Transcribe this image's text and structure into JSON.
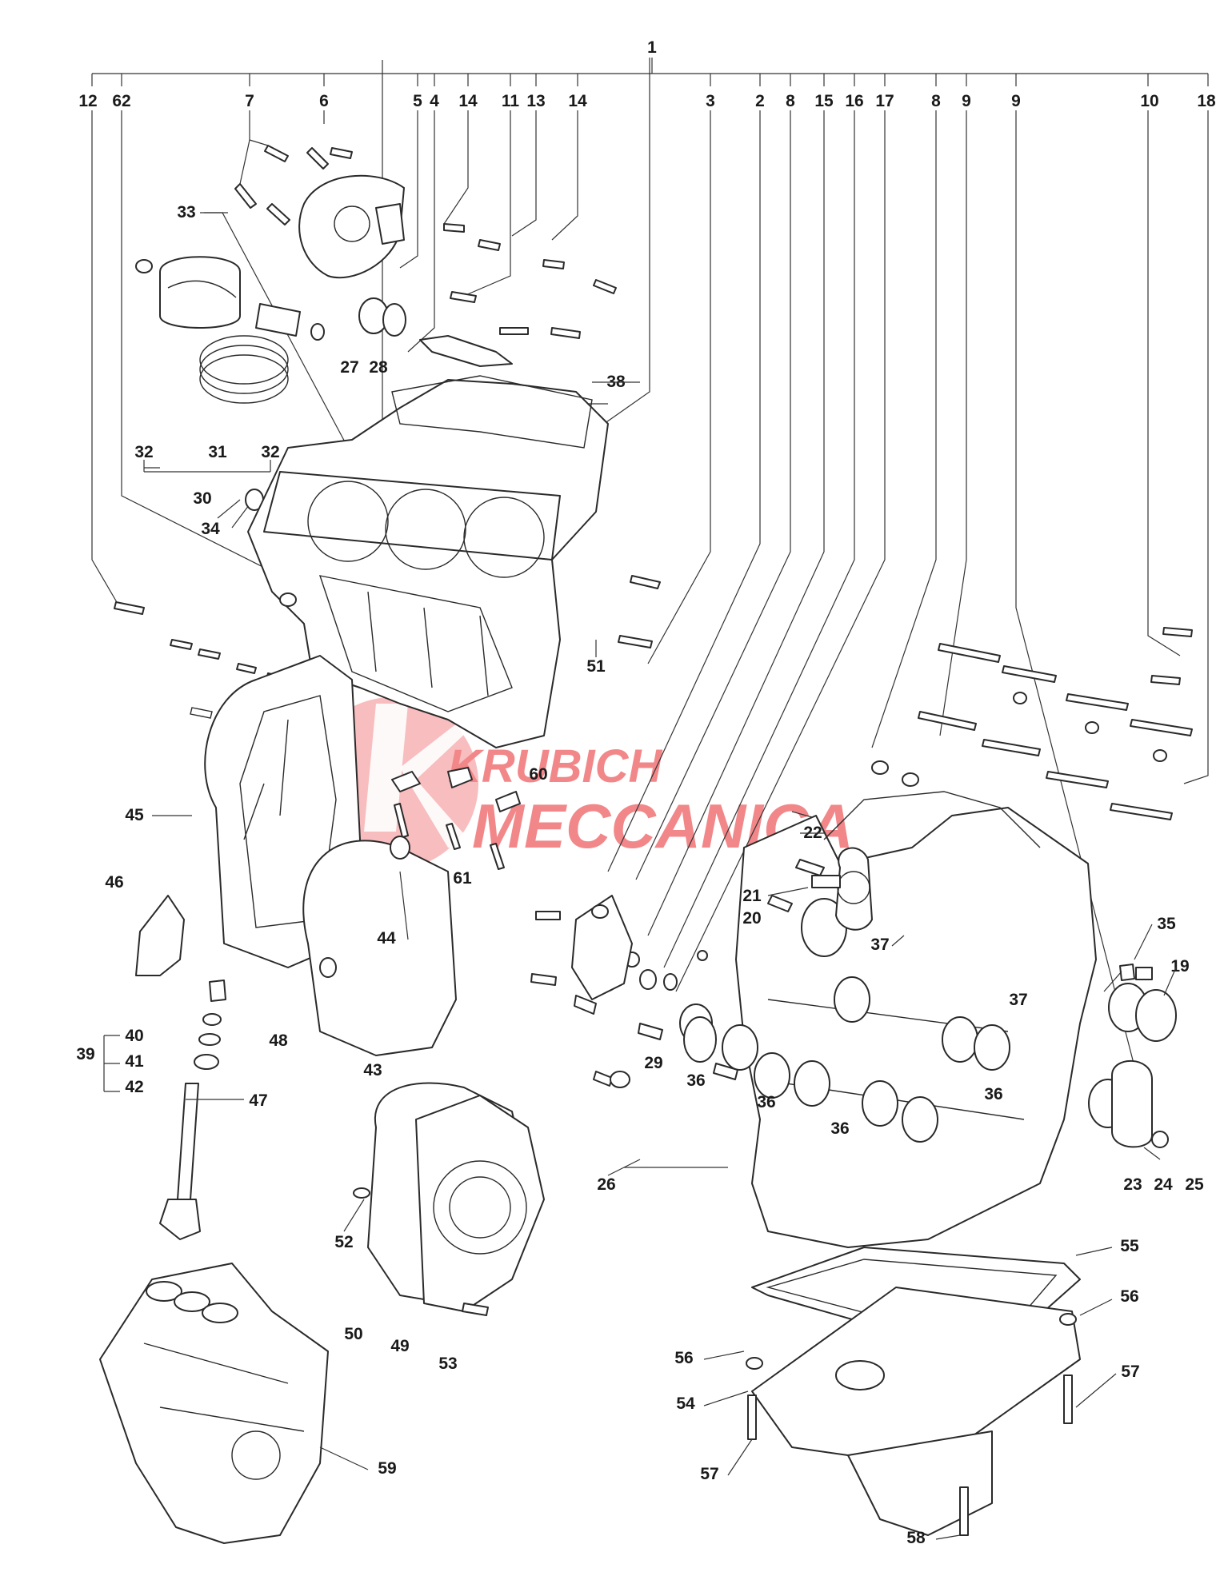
{
  "diagram": {
    "watermark": {
      "line1": "KRUBICH",
      "line2": "MECCANICA",
      "color": "#e8262a"
    },
    "callouts": [
      "1",
      "12",
      "62",
      "7",
      "6",
      "5",
      "4",
      "14",
      "11",
      "13",
      "14",
      "3",
      "2",
      "8",
      "15",
      "16",
      "17",
      "8",
      "9",
      "9",
      "10",
      "18",
      "33",
      "32",
      "31",
      "32",
      "30",
      "27",
      "28",
      "38",
      "34",
      "51",
      "60",
      "61",
      "45",
      "46",
      "44",
      "22",
      "21",
      "20",
      "37",
      "37",
      "35",
      "19",
      "29",
      "36",
      "36",
      "36",
      "36",
      "39",
      "40",
      "41",
      "42",
      "48",
      "43",
      "47",
      "26",
      "23",
      "24",
      "25",
      "52",
      "50",
      "49",
      "53",
      "55",
      "56",
      "56",
      "54",
      "57",
      "57",
      "58",
      "59"
    ]
  }
}
